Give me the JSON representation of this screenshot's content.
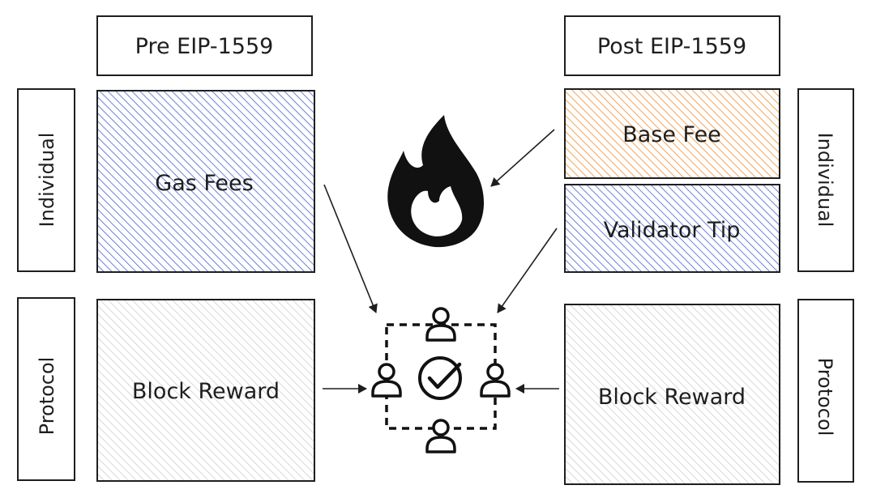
{
  "headers": {
    "pre": "Pre EIP-1559",
    "post": "Post EIP-1559"
  },
  "side_labels": {
    "individual": "Individual",
    "protocol": "Protocol"
  },
  "boxes": {
    "gas_fees": "Gas Fees",
    "base_fee": "Base Fee",
    "validator_tip": "Validator Tip",
    "block_reward": "Block Reward"
  },
  "colors": {
    "stroke": "#1e1e1e",
    "blue_hatch": "#4a5fd0",
    "orange_hatch": "#f08c2c",
    "gray_hatch": "#c8c8c8",
    "flame": "#111111"
  },
  "icons": {
    "burn": "flame-icon",
    "validators": "validator-network-icon",
    "check": "check-circle-icon",
    "person": "person-icon"
  }
}
